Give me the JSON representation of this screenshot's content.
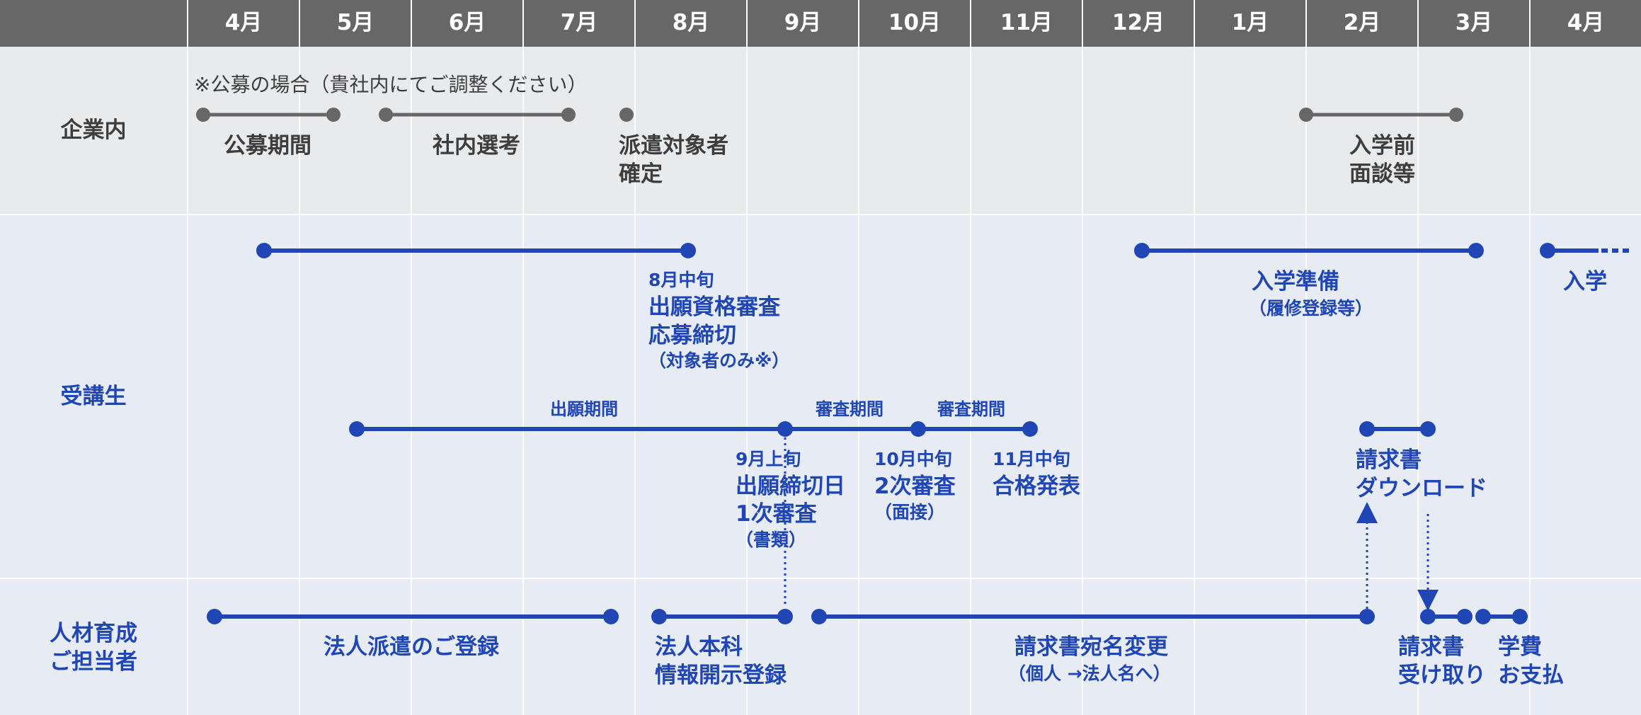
{
  "months": [
    "4月",
    "5月",
    "6月",
    "7月",
    "8月",
    "9月",
    "10月",
    "11月",
    "12月",
    "1月",
    "2月",
    "3月",
    "4月"
  ],
  "rows": {
    "company": "企業内",
    "student": "受講生",
    "staff_line1": "人材育成",
    "staff_line2": "ご担当者"
  },
  "company": {
    "note": "※公募の場合（貴社内にてご調整ください）",
    "koubo": "公募期間",
    "shanai": "社内選考",
    "haken1": "派遣対象者",
    "haken2": "確定",
    "nyugaku1": "入学前",
    "nyugaku2": "面談等"
  },
  "student": {
    "aug_date": "8月中旬",
    "aug_l1": "出願資格審査",
    "aug_l2": "応募締切",
    "aug_l3": "（対象者のみ※）",
    "prep_l1": "入学準備",
    "prep_l2": "（履修登録等）",
    "enroll": "入学",
    "app_period": "出願期間",
    "review1": "審査期間",
    "review2": "審査期間",
    "sep_date": "9月上旬",
    "sep_l1": "出願締切日",
    "sep_l2": "1次審査",
    "sep_l3": "（書類）",
    "oct_date": "10月中旬",
    "oct_l1": "2次審査",
    "oct_l2": "（面接）",
    "nov_date": "11月中旬",
    "nov_l1": "合格発表",
    "invoice_l1": "請求書",
    "invoice_l2": "ダウンロード"
  },
  "staff": {
    "register": "法人派遣のご登録",
    "disclose1": "法人本科",
    "disclose2": "情報開示登録",
    "rename1": "請求書宛名変更",
    "rename2": "（個人 →法人名へ）",
    "receive1": "請求書",
    "receive2": "受け取り",
    "pay1": "学費",
    "pay2": "お支払"
  },
  "colors": {
    "header_bg": "#676767",
    "company_bg": "#e9eaec",
    "student_bg": "#e6ebf4",
    "blue": "#1f46b4",
    "gray_line": "#676767"
  }
}
